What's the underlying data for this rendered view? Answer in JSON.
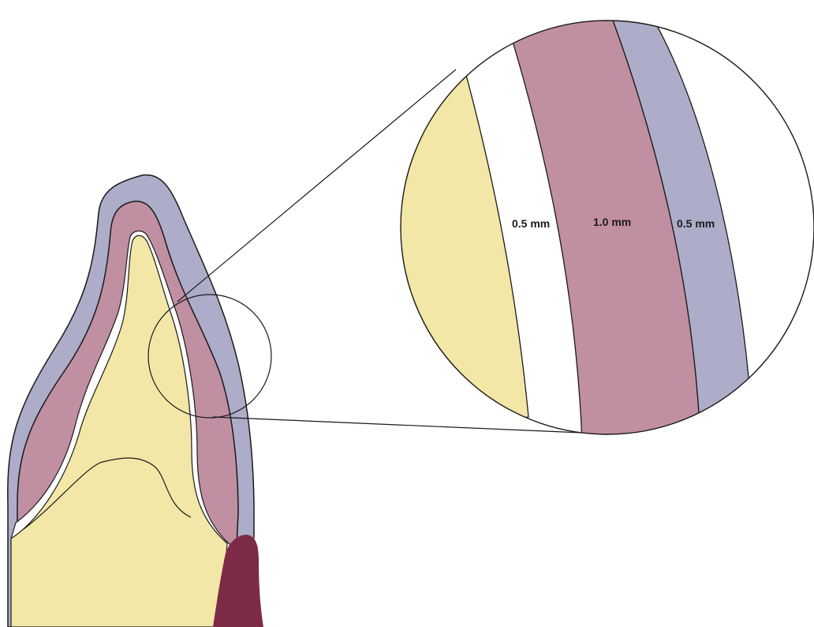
{
  "colors": {
    "tooth_core": "#f2e7a6",
    "layer_inner_gap": "#ffffff",
    "layer_middle": "#c08fa1",
    "layer_outer": "#adadc9",
    "gingiva": "#7d2a47",
    "outline": "#1a1a1a"
  },
  "labels": {
    "inner_layer": "0.5 mm",
    "middle_layer": "1.0 mm",
    "outer_layer": "0.5 mm"
  }
}
